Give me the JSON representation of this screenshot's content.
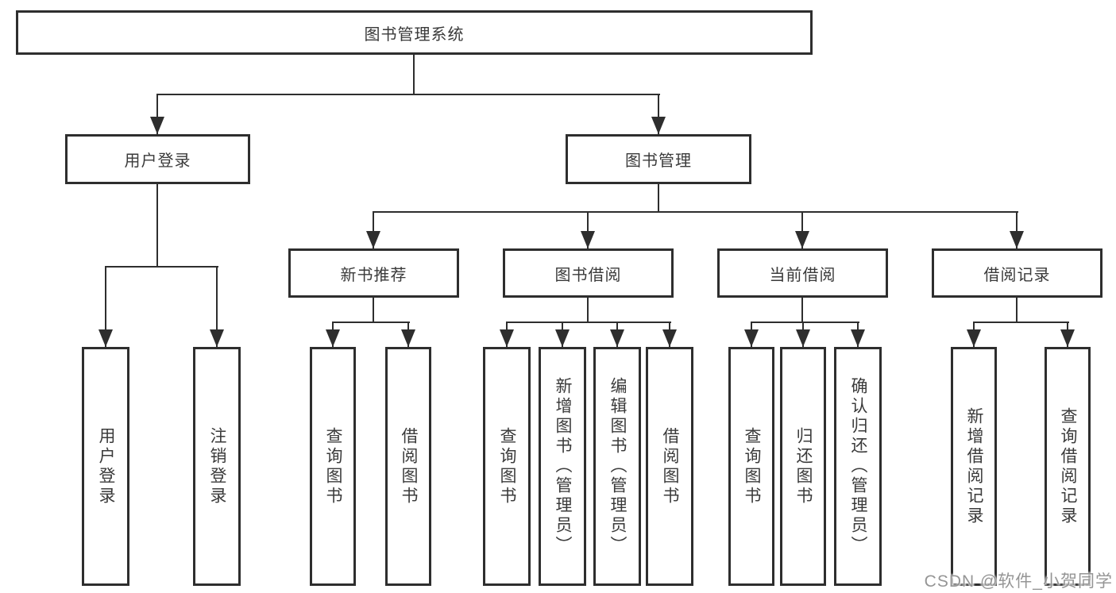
{
  "diagram_title": "图书管理系统",
  "nodes": {
    "root": "图书管理系统",
    "user_login": "用户登录",
    "book_mgmt": "图书管理",
    "new_book_rec": "新书推荐",
    "book_borrow": "图书借阅",
    "current_borrow": "当前借阅",
    "borrow_records": "借阅记录",
    "ul_user_login": "用户登录",
    "ul_logout": "注销登录",
    "nb_query": "查询图书",
    "nb_borrow": "借阅图书",
    "bb_query": "查询图书",
    "bb_add": "新增图书（管理员）",
    "bb_edit": "编辑图书（管理员）",
    "bb_borrow": "借阅图书",
    "cb_query": "查询图书",
    "cb_return": "归还图书",
    "cb_confirm": "确认归还（管理员）",
    "br_add": "新增借阅记录",
    "br_query": "查询借阅记录"
  },
  "hierarchy": {
    "label": "图书管理系统",
    "children": [
      {
        "label": "用户登录",
        "children": [
          {
            "label": "用户登录"
          },
          {
            "label": "注销登录"
          }
        ]
      },
      {
        "label": "图书管理",
        "children": [
          {
            "label": "新书推荐",
            "children": [
              {
                "label": "查询图书"
              },
              {
                "label": "借阅图书"
              }
            ]
          },
          {
            "label": "图书借阅",
            "children": [
              {
                "label": "查询图书"
              },
              {
                "label": "新增图书（管理员）"
              },
              {
                "label": "编辑图书（管理员）"
              },
              {
                "label": "借阅图书"
              }
            ]
          },
          {
            "label": "当前借阅",
            "children": [
              {
                "label": "查询图书"
              },
              {
                "label": "归还图书"
              },
              {
                "label": "确认归还（管理员）"
              }
            ]
          },
          {
            "label": "借阅记录",
            "children": [
              {
                "label": "新增借阅记录"
              },
              {
                "label": "查询借阅记录"
              }
            ]
          }
        ]
      }
    ]
  },
  "watermark": "CSDN @软件_小贺同学",
  "colors": {
    "line": "#2e2e2e",
    "text": "#3a3a3a",
    "background": "#ffffff",
    "watermark": "#8c8c8c"
  }
}
